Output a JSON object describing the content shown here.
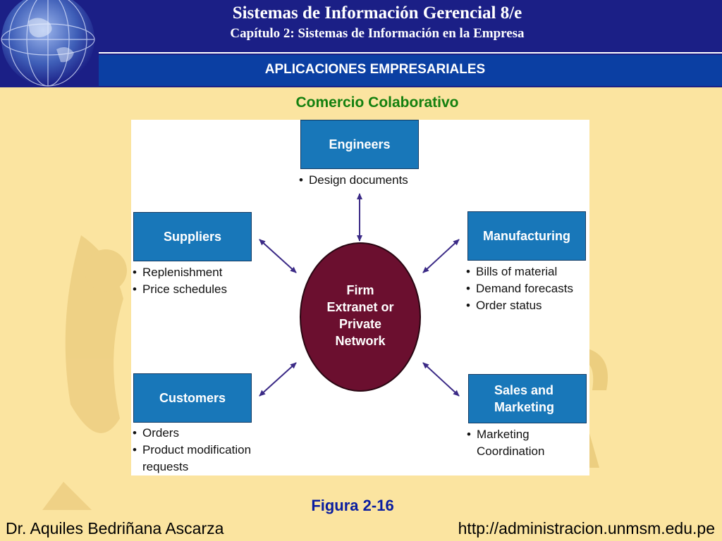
{
  "header": {
    "title": "Sistemas de Información Gerencial 8/e",
    "subtitle": "Capítulo 2: Sistemas de Información en la Empresa",
    "section": "APLICACIONES EMPRESARIALES"
  },
  "slide": {
    "heading": "Comercio Colaborativo",
    "figure_label": "Figura 2-16"
  },
  "diagram": {
    "center": {
      "lines": [
        "Firm",
        "Extranet or",
        "Private",
        "Network"
      ]
    },
    "nodes": {
      "engineers": {
        "label": "Engineers",
        "items": [
          "Design documents"
        ]
      },
      "suppliers": {
        "label": "Suppliers",
        "items": [
          "Replenishment",
          "Price schedules"
        ]
      },
      "manufacturing": {
        "label": "Manufacturing",
        "items": [
          "Bills of material",
          "Demand forecasts",
          "Order status"
        ]
      },
      "customers": {
        "label": "Customers",
        "items": [
          "Orders",
          "Product modification",
          "requests"
        ]
      },
      "sales": {
        "label_lines": [
          "Sales and",
          "Marketing"
        ],
        "items": [
          "Marketing",
          "Coordination"
        ]
      }
    }
  },
  "footer": {
    "author": "Dr. Aquiles Bedriñana Ascarza",
    "url": "http://administracion.unmsm.edu.pe"
  },
  "colors": {
    "header_bg": "#1b1f86",
    "section_bar": "#0b3fa3",
    "slide_bg": "#fbe4a0",
    "heading_green": "#14800f",
    "box_blue": "#1877b9",
    "ellipse": "#6b0f2f",
    "arrow": "#3b2a86"
  }
}
